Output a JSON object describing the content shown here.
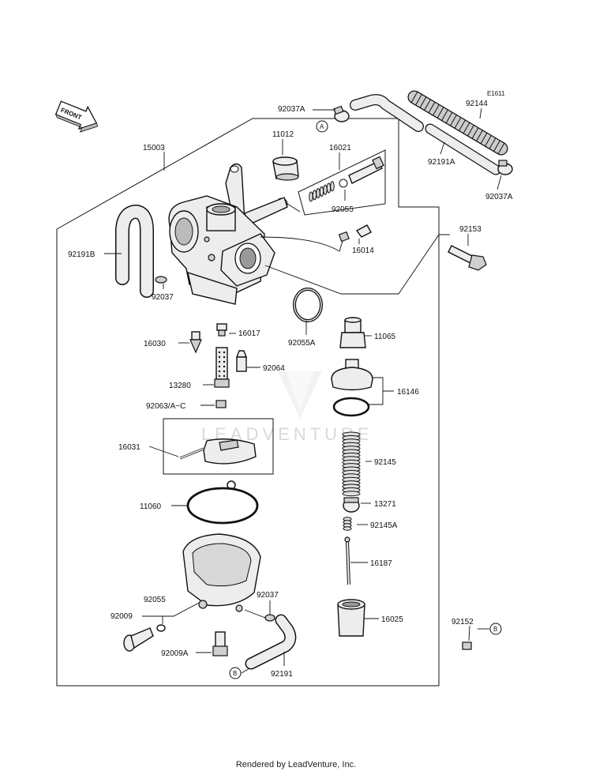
{
  "diagram_code": "E1611",
  "front_label": "FRONT",
  "watermark": "LEADVENTURE",
  "footer": "Rendered by LeadVenture, Inc.",
  "ref_labels": {
    "a": "A",
    "b": "B"
  },
  "parts": {
    "p15003": "15003",
    "p11012": "11012",
    "p16021": "16021",
    "p92055": "92055",
    "p16014": "16014",
    "p92191b": "92191B",
    "p92037": "92037",
    "p92037a_top": "92037A",
    "p92144": "92144",
    "p92191a": "92191A",
    "p92037a_right": "92037A",
    "p92153": "92153",
    "p16017": "16017",
    "p16030": "16030",
    "p92064": "92064",
    "p13280": "13280",
    "p92063": "92063/A~C",
    "p92055a": "92055A",
    "p11065": "11065",
    "p16146": "16146",
    "p16031": "16031",
    "p92145": "92145",
    "p11060": "11060",
    "p13271": "13271",
    "p92145a": "92145A",
    "p16187": "16187",
    "p92055_low": "92055",
    "p92037_low": "92037",
    "p92009": "92009",
    "p16025": "16025",
    "p92152": "92152",
    "p92009a": "92009A",
    "p92191": "92191"
  }
}
